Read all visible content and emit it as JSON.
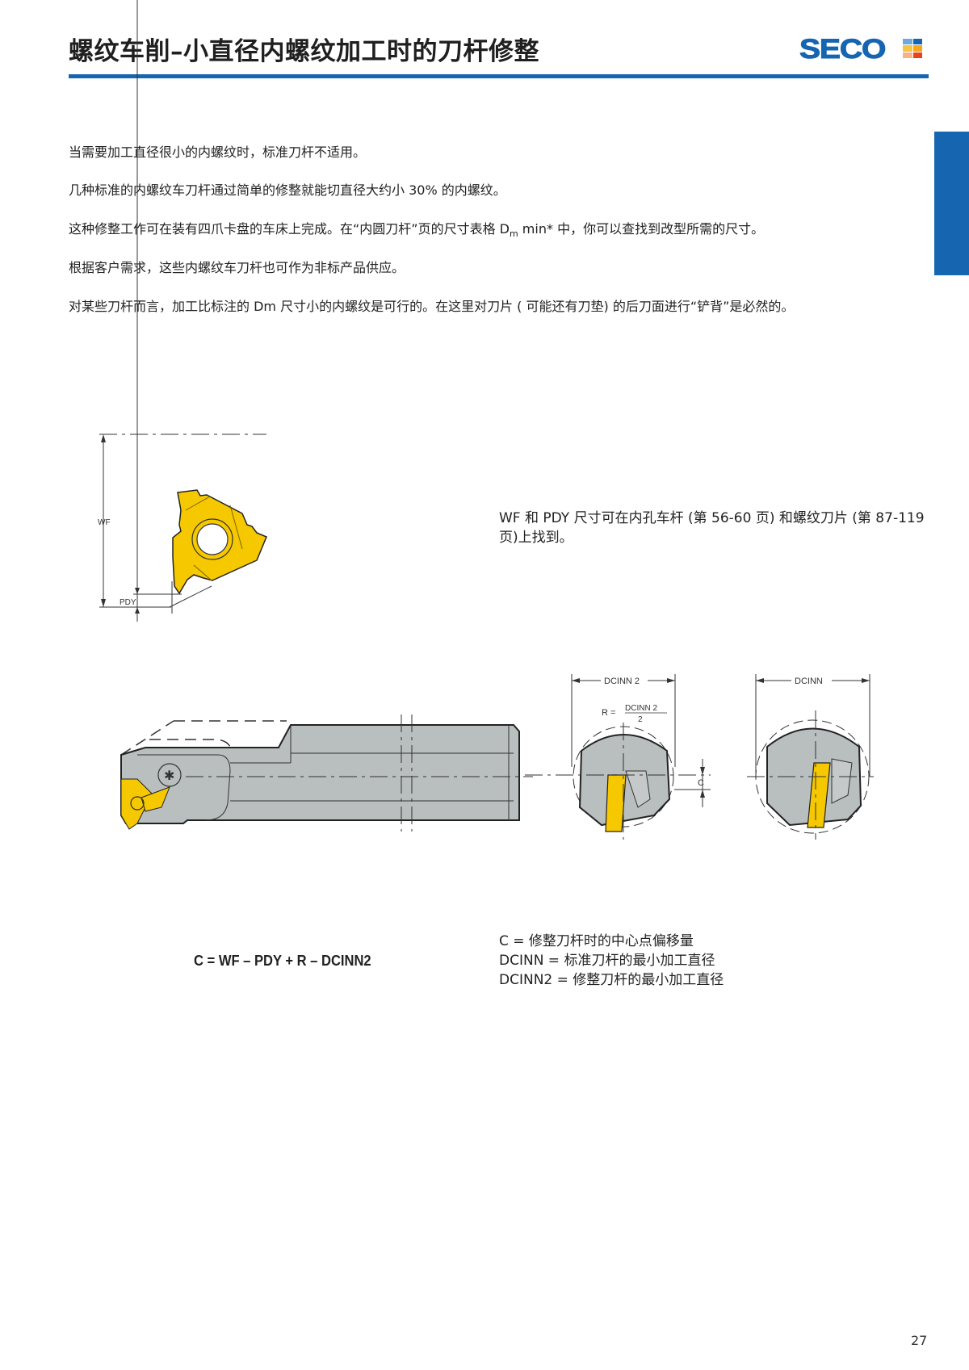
{
  "header": {
    "title": "螺纹车削–小直径内螺纹加工时的刀杆修整",
    "logo_text": "SECO",
    "accent_color": "#1565b0",
    "logo_mark_colors": [
      "#6fa8dc",
      "#1565b0",
      "#f4c542",
      "#f7a51c",
      "#f7b28a",
      "#e8431e"
    ]
  },
  "body": {
    "paragraphs": [
      {
        "text": "当需要加工直径很小的内螺纹时，标准刀杆不适用。"
      },
      {
        "text": "几种标准的内螺纹车刀杆通过简单的修整就能切直径大约小 30% 的内螺纹。"
      },
      {
        "text_before": "这种修整工作可在装有四爪卡盘的车床上完成。在“内圆刀杆”页的尺寸表格 D",
        "sub": "m",
        "text_after": " min* 中，你可以查找到改型所需的尺寸。"
      },
      {
        "text": "根据客户需求，这些内螺纹车刀杆也可作为非标产品供应。"
      },
      {
        "text": "对某些刀杆而言，加工比标注的 Dm 尺寸小的内螺纹是可行的。在这里对刀片 ( 可能还有刀垫) 的后刀面进行“铲背”是必然的。"
      }
    ]
  },
  "figure_insert": {
    "labels": {
      "wf": "WF",
      "pdy": "PDY"
    },
    "insert_color": "#f5c800"
  },
  "note": {
    "line1": "WF 和 PDY 尺寸可在内孔车杆 (第 56-60 页) 和螺纹刀片 (第 87-119",
    "line2": "页)上找到。"
  },
  "figure_bar": {
    "labels": {
      "dcinn2": "DCINN 2",
      "dcinn": "DCINN",
      "r_eq": "R =",
      "r_num": "DCINN 2",
      "r_den": "2",
      "c": "C"
    },
    "bar_color": "#b9bebe"
  },
  "formula": "C = WF – PDY + R – DCINN2",
  "legend": [
    "C = 修整刀杆时的中心点偏移量",
    "DCINN = 标准刀杆的最小加工直径",
    "DCINN2 = 修整刀杆的最小加工直径"
  ],
  "footer": {
    "page_number": "27"
  }
}
